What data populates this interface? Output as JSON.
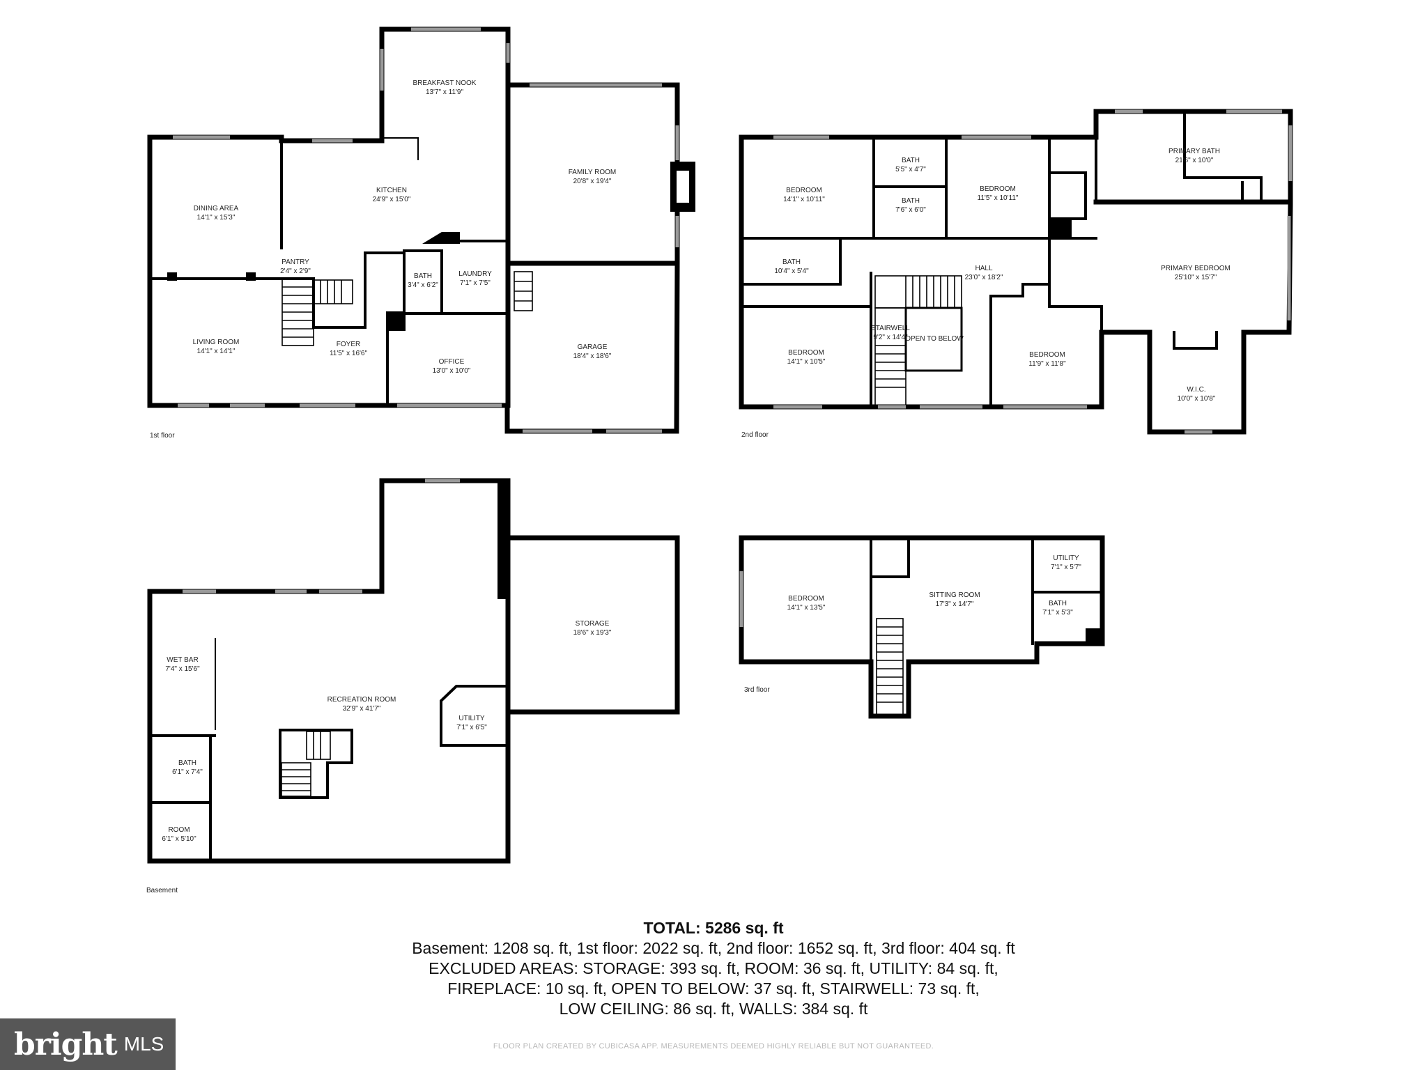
{
  "floors": {
    "first": {
      "label": "1st floor",
      "rooms": [
        {
          "key": "breakfast_nook",
          "name": "BREAKFAST NOOK",
          "dims": "13'7\" x 11'9\""
        },
        {
          "key": "family_room",
          "name": "FAMILY ROOM",
          "dims": "20'8\" x 19'4\""
        },
        {
          "key": "kitchen",
          "name": "KITCHEN",
          "dims": "24'9\" x 15'0\""
        },
        {
          "key": "dining_area",
          "name": "DINING AREA",
          "dims": "14'1\" x 15'3\""
        },
        {
          "key": "pantry",
          "name": "PANTRY",
          "dims": "2'4\" x 2'9\""
        },
        {
          "key": "bath",
          "name": "BATH",
          "dims": "3'4\" x 6'2\""
        },
        {
          "key": "laundry",
          "name": "LAUNDRY",
          "dims": "7'1\" x 7'5\""
        },
        {
          "key": "living_room",
          "name": "LIVING ROOM",
          "dims": "14'1\" x 14'1\""
        },
        {
          "key": "foyer",
          "name": "FOYER",
          "dims": "11'5\" x 16'6\""
        },
        {
          "key": "office",
          "name": "OFFICE",
          "dims": "13'0\" x 10'0\""
        },
        {
          "key": "garage",
          "name": "GARAGE",
          "dims": "18'4\" x 18'6\""
        }
      ]
    },
    "second": {
      "label": "2nd floor",
      "rooms": [
        {
          "key": "bedroom_nw",
          "name": "BEDROOM",
          "dims": "14'1\" x 10'11\""
        },
        {
          "key": "bath_top",
          "name": "BATH",
          "dims": "5'5\" x 4'7\""
        },
        {
          "key": "bath_mid",
          "name": "BATH",
          "dims": "7'6\" x 6'0\""
        },
        {
          "key": "bedroom_n",
          "name": "BEDROOM",
          "dims": "11'5\" x 10'11\""
        },
        {
          "key": "primary_bath",
          "name": "PRIMARY BATH",
          "dims": "21'6\" x 10'0\""
        },
        {
          "key": "bath_w",
          "name": "BATH",
          "dims": "10'4\" x 5'4\""
        },
        {
          "key": "hall",
          "name": "HALL",
          "dims": "23'0\" x 18'2\""
        },
        {
          "key": "primary_bedroom",
          "name": "PRIMARY BEDROOM",
          "dims": "25'10\" x 15'7\""
        },
        {
          "key": "bedroom_sw",
          "name": "BEDROOM",
          "dims": "14'1\" x 10'5\""
        },
        {
          "key": "stairwell",
          "name": "STAIRWELL",
          "dims": "9'2\" x 14'4\""
        },
        {
          "key": "open_to_below",
          "name": "OPEN TO BELOW",
          "dims": ""
        },
        {
          "key": "bedroom_s",
          "name": "BEDROOM",
          "dims": "11'9\" x 11'8\""
        },
        {
          "key": "wic",
          "name": "W.I.C.",
          "dims": "10'0\" x 10'8\""
        }
      ]
    },
    "basement": {
      "label": "Basement",
      "rooms": [
        {
          "key": "storage",
          "name": "STORAGE",
          "dims": "18'6\" x 19'3\""
        },
        {
          "key": "wet_bar",
          "name": "WET BAR",
          "dims": "7'4\" x 15'6\""
        },
        {
          "key": "recreation_room",
          "name": "RECREATION ROOM",
          "dims": "32'9\" x 41'7\""
        },
        {
          "key": "utility",
          "name": "UTILITY",
          "dims": "7'1\" x 6'5\""
        },
        {
          "key": "bath",
          "name": "BATH",
          "dims": "6'1\" x 7'4\""
        },
        {
          "key": "room",
          "name": "ROOM",
          "dims": "6'1\" x 5'10\""
        }
      ]
    },
    "third": {
      "label": "3rd floor",
      "rooms": [
        {
          "key": "bedroom",
          "name": "BEDROOM",
          "dims": "14'1\" x 13'5\""
        },
        {
          "key": "sitting_room",
          "name": "SITTING ROOM",
          "dims": "17'3\" x 14'7\""
        },
        {
          "key": "utility",
          "name": "UTILITY",
          "dims": "7'1\" x 5'7\""
        },
        {
          "key": "bath",
          "name": "BATH",
          "dims": "7'1\" x 5'3\""
        }
      ]
    }
  },
  "summary": {
    "total": "TOTAL: 5286 sq. ft",
    "line1": "Basement: 1208 sq. ft, 1st floor: 2022 sq. ft, 2nd floor: 1652 sq. ft, 3rd floor: 404 sq. ft",
    "line2": "EXCLUDED AREAS: STORAGE: 393 sq. ft, ROOM: 36 sq. ft, UTILITY: 84 sq. ft,",
    "line3": "FIREPLACE: 10 sq. ft, OPEN TO BELOW: 37 sq. ft, STAIRWELL: 73 sq. ft,",
    "line4": "LOW CEILING: 86 sq. ft, WALLS: 384 sq. ft"
  },
  "disclaimer": "FLOOR PLAN CREATED BY CUBICASA APP. MEASUREMENTS DEEMED HIGHLY RELIABLE BUT NOT GUARANTEED.",
  "logo": {
    "brand": "bright",
    "mls": "MLS"
  },
  "colors": {
    "walls": "#000000",
    "windows": "#9a9a9a",
    "text": "#222222",
    "logo_bg": "#575757"
  }
}
